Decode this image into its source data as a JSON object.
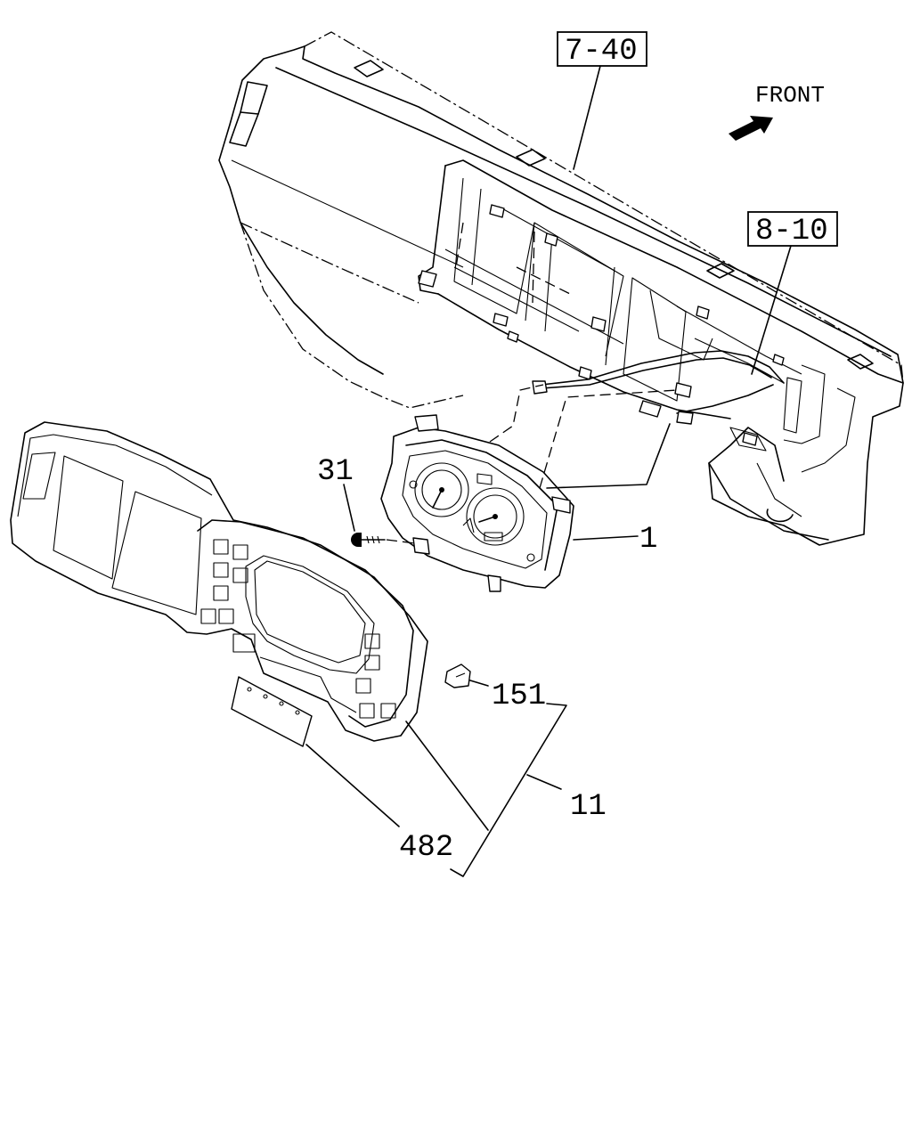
{
  "direction": {
    "label": "FRONT"
  },
  "references": [
    {
      "id": "ref-7-40",
      "label": "7-40"
    },
    {
      "id": "ref-8-10",
      "label": "8-10"
    }
  ],
  "parts": [
    {
      "id": "part-31",
      "label": "31"
    },
    {
      "id": "part-1",
      "label": "1"
    },
    {
      "id": "part-151",
      "label": "151"
    },
    {
      "id": "part-11",
      "label": "11"
    },
    {
      "id": "part-482",
      "label": "482"
    }
  ]
}
